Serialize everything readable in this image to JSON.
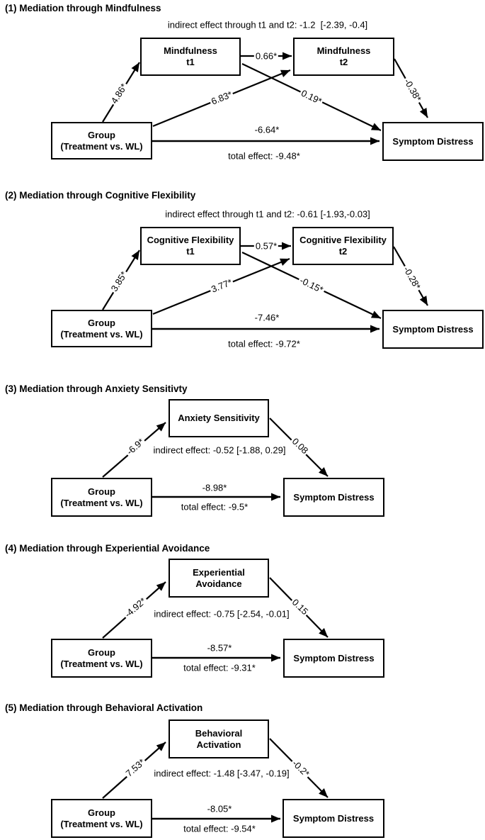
{
  "panels": [
    {
      "title": "(1) Mediation through Mindfulness",
      "indirect": "indirect effect through t1 and t2: -1.2  [-2.39, -0.4]",
      "boxes": {
        "group": "Group\n(Treatment vs. WL)",
        "t1": "Mindfulness\nt1",
        "t2": "Mindfulness\nt2",
        "outcome": "Symptom Distress"
      },
      "paths": {
        "group_t1": "4.86*",
        "t1_t2": "0.66*",
        "group_t2": "6.83*",
        "t1_outcome": "0.19*",
        "t2_outcome": "-0.38*",
        "direct": "-6.64*",
        "total": "total effect: -9.48*"
      }
    },
    {
      "title": "(2) Mediation through Cognitive Flexibility",
      "indirect": "indirect effect through t1 and t2: -0.61 [-1.93,-0.03]",
      "boxes": {
        "group": "Group\n(Treatment vs. WL)",
        "t1": "Cognitive Flexibility\nt1",
        "t2": "Cognitive Flexibility\nt2",
        "outcome": "Symptom Distress"
      },
      "paths": {
        "group_t1": "3.85*",
        "t1_t2": "0.57*",
        "group_t2": "3.77*",
        "t1_outcome": "-0.15*",
        "t2_outcome": "-0.28*",
        "direct": "-7.46*",
        "total": "total effect: -9.72*"
      }
    },
    {
      "title": "(3) Mediation through Anxiety Sensitivty",
      "indirect": "indirect effect: -0.52 [-1.88, 0.29]",
      "boxes": {
        "group": "Group\n(Treatment vs. WL)",
        "mediator": "Anxiety Sensitivity",
        "outcome": "Symptom Distress"
      },
      "paths": {
        "group_mediator": "-6.9*",
        "mediator_outcome": "0.08",
        "direct": "-8.98*",
        "total": "total effect: -9.5*"
      }
    },
    {
      "title": "(4) Mediation through Experiential Avoidance",
      "indirect": "indirect effect: -0.75 [-2.54, -0.01]",
      "boxes": {
        "group": "Group\n(Treatment vs. WL)",
        "mediator": "Experiential\nAvoidance",
        "outcome": "Symptom Distress"
      },
      "paths": {
        "group_mediator": "-4.92*",
        "mediator_outcome": "0.15",
        "direct": "-8.57*",
        "total": "total effect: -9.31*"
      }
    },
    {
      "title": "(5) Mediation through Behavioral Activation",
      "indirect": "indirect effect: -1.48 [-3.47, -0.19]",
      "boxes": {
        "group": "Group\n(Treatment vs. WL)",
        "mediator": "Behavioral\nActivation",
        "outcome": "Symptom Distress"
      },
      "paths": {
        "group_mediator": "7.53*",
        "mediator_outcome": "-0.2*",
        "direct": "-8.05*",
        "total": "total effect: -9.54*"
      }
    }
  ]
}
